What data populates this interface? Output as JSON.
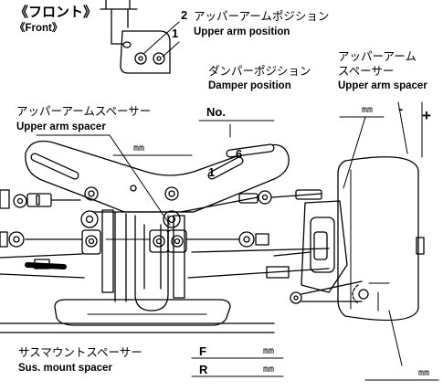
{
  "front": {
    "jp": "《フロント》",
    "en": "《Front》"
  },
  "upper_arm_position": {
    "jp": "アッパーアームポジション",
    "en": "Upper arm position",
    "pos1": "1",
    "pos2": "2"
  },
  "damper_position": {
    "jp": "ダンパーポジション",
    "en": "Damper position",
    "no_label": "No."
  },
  "upper_arm_spacer_right": {
    "jp_line1": "アッパーアーム",
    "jp_line2": "スペーサー",
    "en": "Upper arm spacer",
    "unit": "mm",
    "minus": "-",
    "plus": "+"
  },
  "upper_arm_spacer_left": {
    "jp": "アッパーアームスペーサー",
    "en": "Upper arm spacer",
    "unit": "mm"
  },
  "shock_tower_holes": {
    "outer": "6",
    "inner": "1"
  },
  "sus_mount_spacer": {
    "jp": "サスマウントスペーサー",
    "en": "Sus. mount spacer",
    "front_label": "F",
    "rear_label": "R",
    "front_unit": "mm",
    "rear_unit": "mm"
  },
  "camber_unit": "mm"
}
